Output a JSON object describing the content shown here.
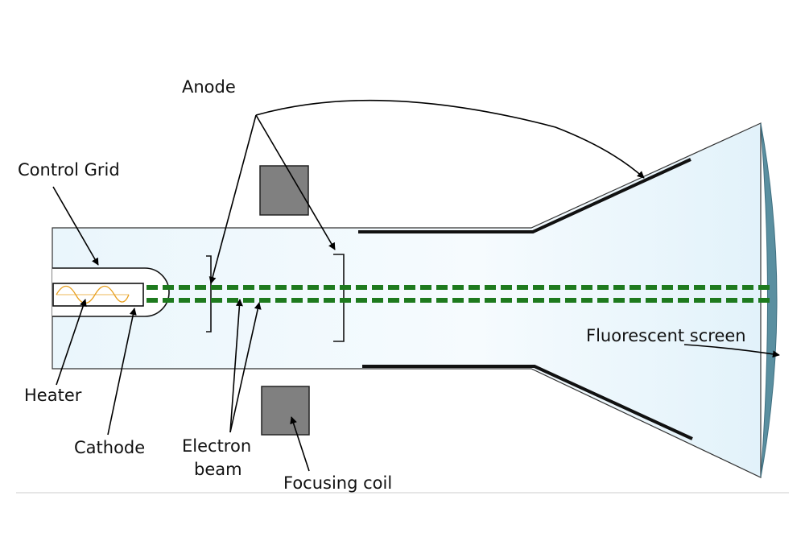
{
  "labels": {
    "anode": "Anode",
    "control_grid": "Control Grid",
    "heater": "Heater",
    "cathode": "Cathode",
    "electron_beam_line1": "Electron",
    "electron_beam_line2": "beam",
    "focusing_coil": "Focusing coil",
    "fluorescent_screen": "Fluorescent screen"
  },
  "colors": {
    "tube_fill": "#e6f5fc",
    "beam": "#1e7a1e",
    "coil": "#808080",
    "screen": "#5a8fa0",
    "heater": "#e8a020"
  }
}
